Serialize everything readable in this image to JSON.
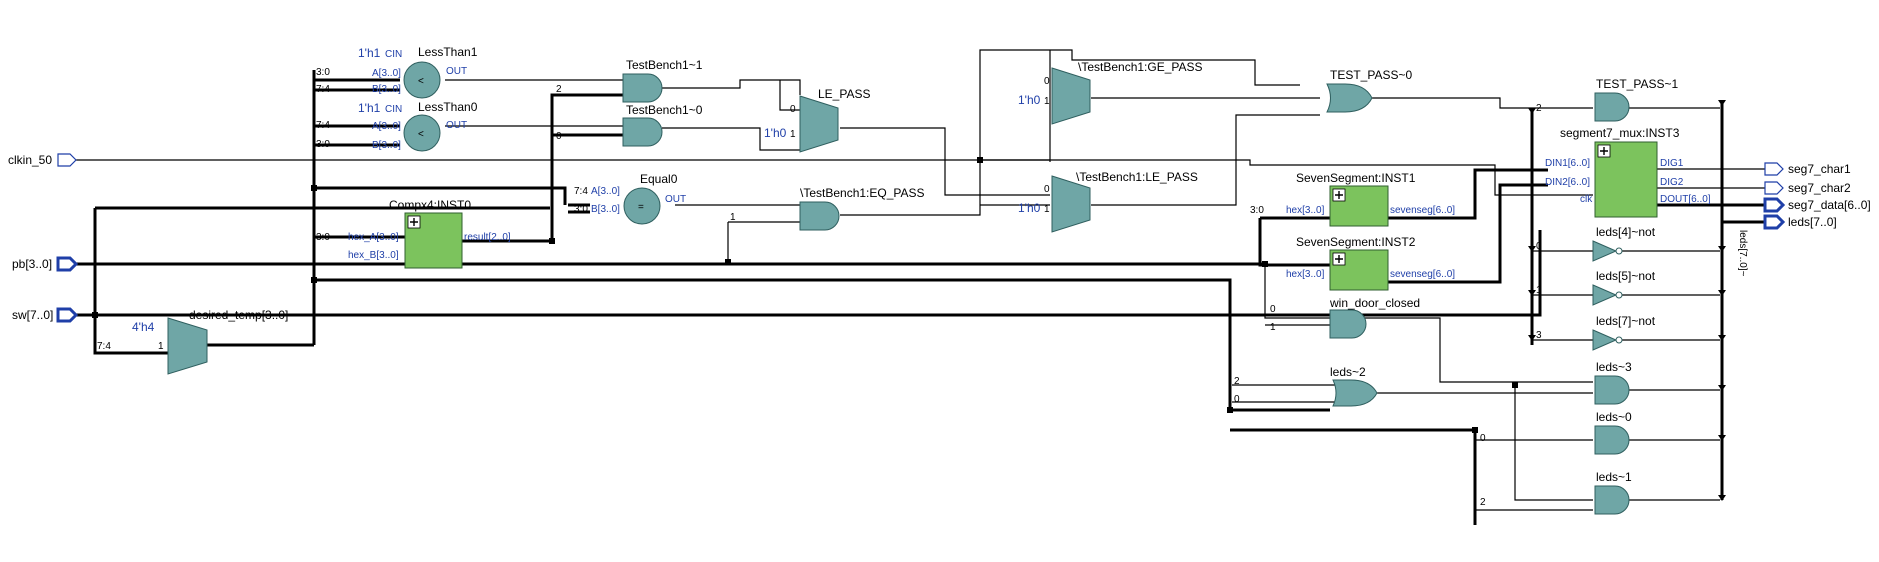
{
  "inputs": {
    "clk": "clkin_50",
    "pb": "pb[3..0]",
    "sw": "sw[7..0]"
  },
  "outputs": {
    "char1": "seg7_char1",
    "char2": "seg7_char2",
    "data": "seg7_data[6..0]",
    "leds": "leds[7..0]"
  },
  "lt1": {
    "name": "LessThan1",
    "const": "1'h1",
    "cin": "CIN",
    "a": "A[3..0]",
    "b": "B[3..0]",
    "out": "OUT",
    "sym": "<",
    "bus_a": "3:0",
    "bus_b": "7:4"
  },
  "lt0": {
    "name": "LessThan0",
    "const": "1'h1",
    "cin": "CIN",
    "a": "A[3..0]",
    "b": "B[3..0]",
    "out": "OUT",
    "sym": "<",
    "bus_a": "7:4",
    "bus_b": "3:0"
  },
  "eq0": {
    "name": "Equal0",
    "a": "A[3..0]",
    "b": "B[3..0]",
    "out": "OUT",
    "sym": "=",
    "bus_a": "7:4",
    "bus_b": "3:0"
  },
  "tb1": {
    "name": "TestBench1~1",
    "pin": "2"
  },
  "tb0": {
    "name": "TestBench1~0",
    "pin": "0"
  },
  "le_pass": {
    "name": "LE_PASS",
    "const": "1'h0",
    "in0": "0",
    "in1": "1"
  },
  "ge_mux": {
    "name": "\\TestBench1:GE_PASS",
    "const": "1'h0",
    "in0": "0",
    "in1": "1"
  },
  "le_mux": {
    "name": "\\TestBench1:LE_PASS",
    "const": "1'h0",
    "in0": "0",
    "in1": "1"
  },
  "eq_pass": {
    "name": "\\TestBench1:EQ_PASS",
    "pin": "1"
  },
  "test_pass0": {
    "name": "TEST_PASS~0"
  },
  "test_pass1": {
    "name": "TEST_PASS~1",
    "pin": "2"
  },
  "compx": {
    "name": "Compx4:INST0",
    "a": "hex_A[3..0]",
    "b": "hex_B[3..0]",
    "result": "result[2..0]",
    "bus": "3:0"
  },
  "desired": {
    "name": "desired_temp[3..0]",
    "const": "4'h4",
    "bus": "7:4",
    "in1": "1"
  },
  "seg1": {
    "name": "SevenSegment:INST1",
    "in": "hex[3..0]",
    "out": "sevenseg[6..0]",
    "bus": "3:0"
  },
  "seg2": {
    "name": "SevenSegment:INST2",
    "in": "hex[3..0]",
    "out": "sevenseg[6..0]"
  },
  "mux": {
    "name": "segment7_mux:INST3",
    "din1": "DIN1[6..0]",
    "din2": "DIN2[6..0]",
    "clk": "clk",
    "dig1": "DIG1",
    "dig2": "DIG2",
    "dout": "DOUT[6..0]"
  },
  "win": {
    "name": "win_door_closed",
    "pin0": "0",
    "pin1": "1"
  },
  "not4": {
    "name": "leds[4]~not",
    "pin": "0"
  },
  "not5": {
    "name": "leds[5]~not",
    "pin": "1"
  },
  "not7": {
    "name": "leds[7]~not",
    "pin": "3"
  },
  "leds2": {
    "name": "leds~2",
    "pin_a": "2",
    "pin_b": "0"
  },
  "leds3": {
    "name": "leds~3"
  },
  "leds0": {
    "name": "leds~0",
    "pin": "0"
  },
  "leds1": {
    "name": "leds~1",
    "pin": "2"
  },
  "vbus": {
    "label": "leds[7..0]~"
  }
}
